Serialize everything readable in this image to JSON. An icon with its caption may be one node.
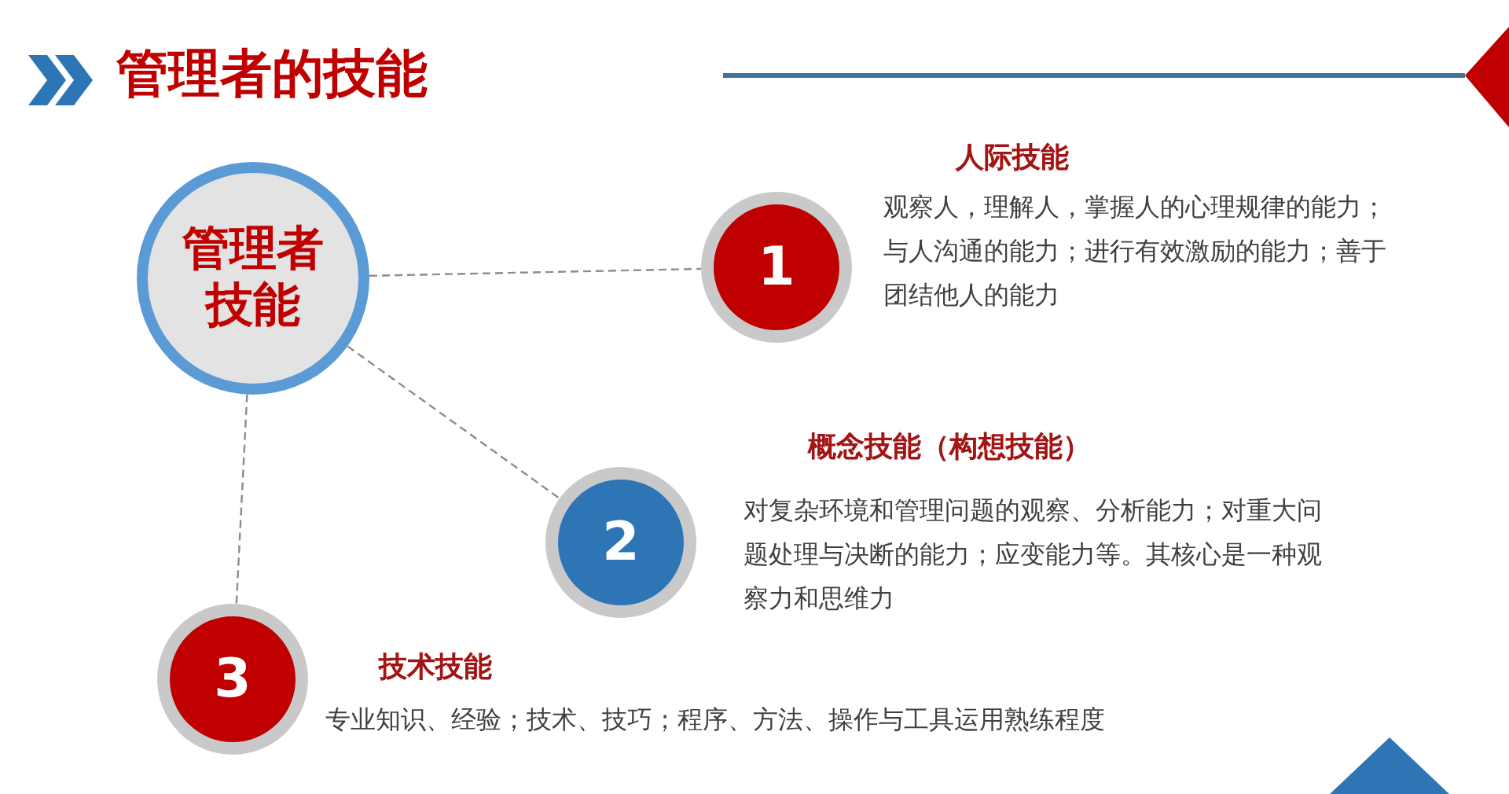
{
  "diagram": {
    "title": "管理者的技能",
    "nodes": [
      {
        "text": [
          "管理者技能"
        ]
      },
      {
        "text": [
          "1"
        ],
        "beside": [
          "人际技能",
          "观察人，理解人，掌握人的心理规律的能力；与人沟通的能力；进行有效激励的能力；善于团结他人的能力"
        ]
      },
      {
        "text": [
          "2"
        ],
        "beside": [
          "概念技能（构想技能）",
          "对复杂环境和管理问题的观察、分析能力；对重大问题处理与决断的能力；应变能力等。其核心是一种观察力和思维力"
        ]
      },
      {
        "text": [
          "3"
        ],
        "beside": [
          "技术技能",
          "专业知识、经验；技术、技巧；程序、方法、操作与工具运用熟练程度"
        ]
      }
    ],
    "edges": [
      {
        "from": 0,
        "to": 1,
        "arrow": "none",
        "style": "dashed"
      },
      {
        "from": 0,
        "to": 2,
        "arrow": "none",
        "style": "dashed"
      },
      {
        "from": 0,
        "to": 3,
        "arrow": "none",
        "style": "dashed"
      }
    ]
  }
}
